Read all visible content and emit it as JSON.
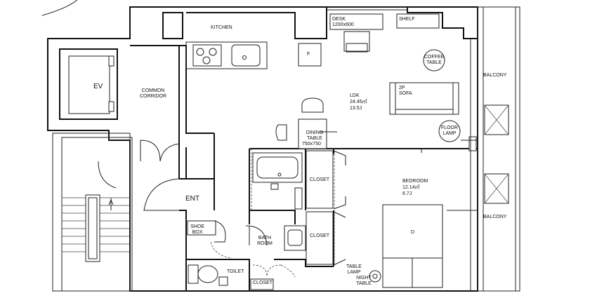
{
  "rooms": {
    "kitchen": "KITCHEN",
    "desk": "DESK",
    "desk_size": "1200x600",
    "shelf": "SHELF",
    "fridge": "F",
    "coffee_table": "COFFEE TABLE",
    "ldk": "LDK",
    "ldk_area": "24.45㎡",
    "ldk_tatami": "13.5J",
    "sofa": "2P SOFA",
    "floor_lamp": "FLOOR LAMP",
    "balcony_top": "BALCONY",
    "balcony_bottom": "BALCONY",
    "dining_table": "DINING TABLE",
    "dining_size": "750x750",
    "ev": "EV",
    "common_corridor": "COMMON CORRIDOR",
    "entrance": "ENT",
    "closet_1": "CLOSET",
    "closet_2": "CLOSET",
    "closet_3": "CLOSET",
    "bedroom": "BEDROOM",
    "bedroom_area": "12.14㎡",
    "bedroom_tatami": "6.7J",
    "bed": "D",
    "shoe_box": "SHOE BOX",
    "bathroom": "BATH ROOM",
    "toilet": "TOILET",
    "table_lamp": "TABLE LAMP",
    "night_table": "NIGHT TABLE"
  }
}
